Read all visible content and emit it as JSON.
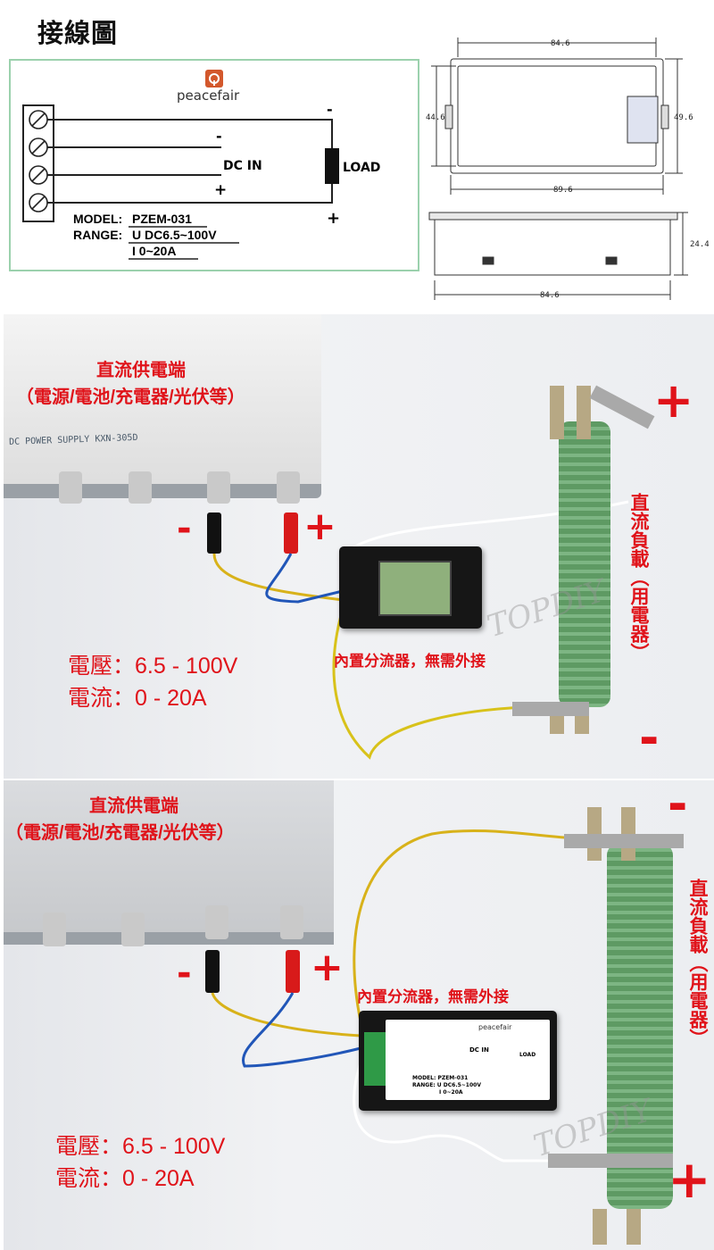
{
  "title": "接線圖",
  "wiring_diagram": {
    "brand": "peacefair",
    "dc_in": "DC IN",
    "load": "LOAD",
    "minus": "-",
    "plus": "+",
    "model_label": "MODEL:",
    "model_value": "PZEM-031",
    "range_label": "RANGE:",
    "range_u": "U DC6.5~100V",
    "range_i": "I  0~20A"
  },
  "dimensions": {
    "top_width": "84.6",
    "inner_height": "44.6",
    "outer_height": "49.6",
    "bottom_width": "89.6",
    "side_width": "84.6",
    "depth": "24.4"
  },
  "photo1": {
    "source_title": "直流供電端",
    "source_sub": "（電源/電池/充電器/光伏等）",
    "psu_label": "DC POWER SUPPLY  KXN-305D",
    "shunt_note": "內置分流器，無需外接",
    "voltage": "電壓：6.5 - 100V",
    "current": "電流：0 - 20A",
    "load_text": "直流負載（用電器）",
    "plus": "+",
    "minus": "-",
    "watermark": "TOPDIY"
  },
  "photo2": {
    "source_title": "直流供電端",
    "source_sub": "（電源/電池/充電器/光伏等）",
    "shunt_note": "內置分流器，無需外接",
    "voltage": "電壓：6.5 - 100V",
    "current": "電流：0 - 20A",
    "load_text": "直流負載（用電器）",
    "plus": "+",
    "minus": "-",
    "watermark": "TOPDIY",
    "meter_brand": "peacefair",
    "meter_dc_in": "DC IN",
    "meter_load": "LOAD",
    "meter_model": "MODEL: PZEM-031",
    "meter_range": "RANGE: U DC6.5~100V",
    "meter_i": "I 0~20A"
  }
}
